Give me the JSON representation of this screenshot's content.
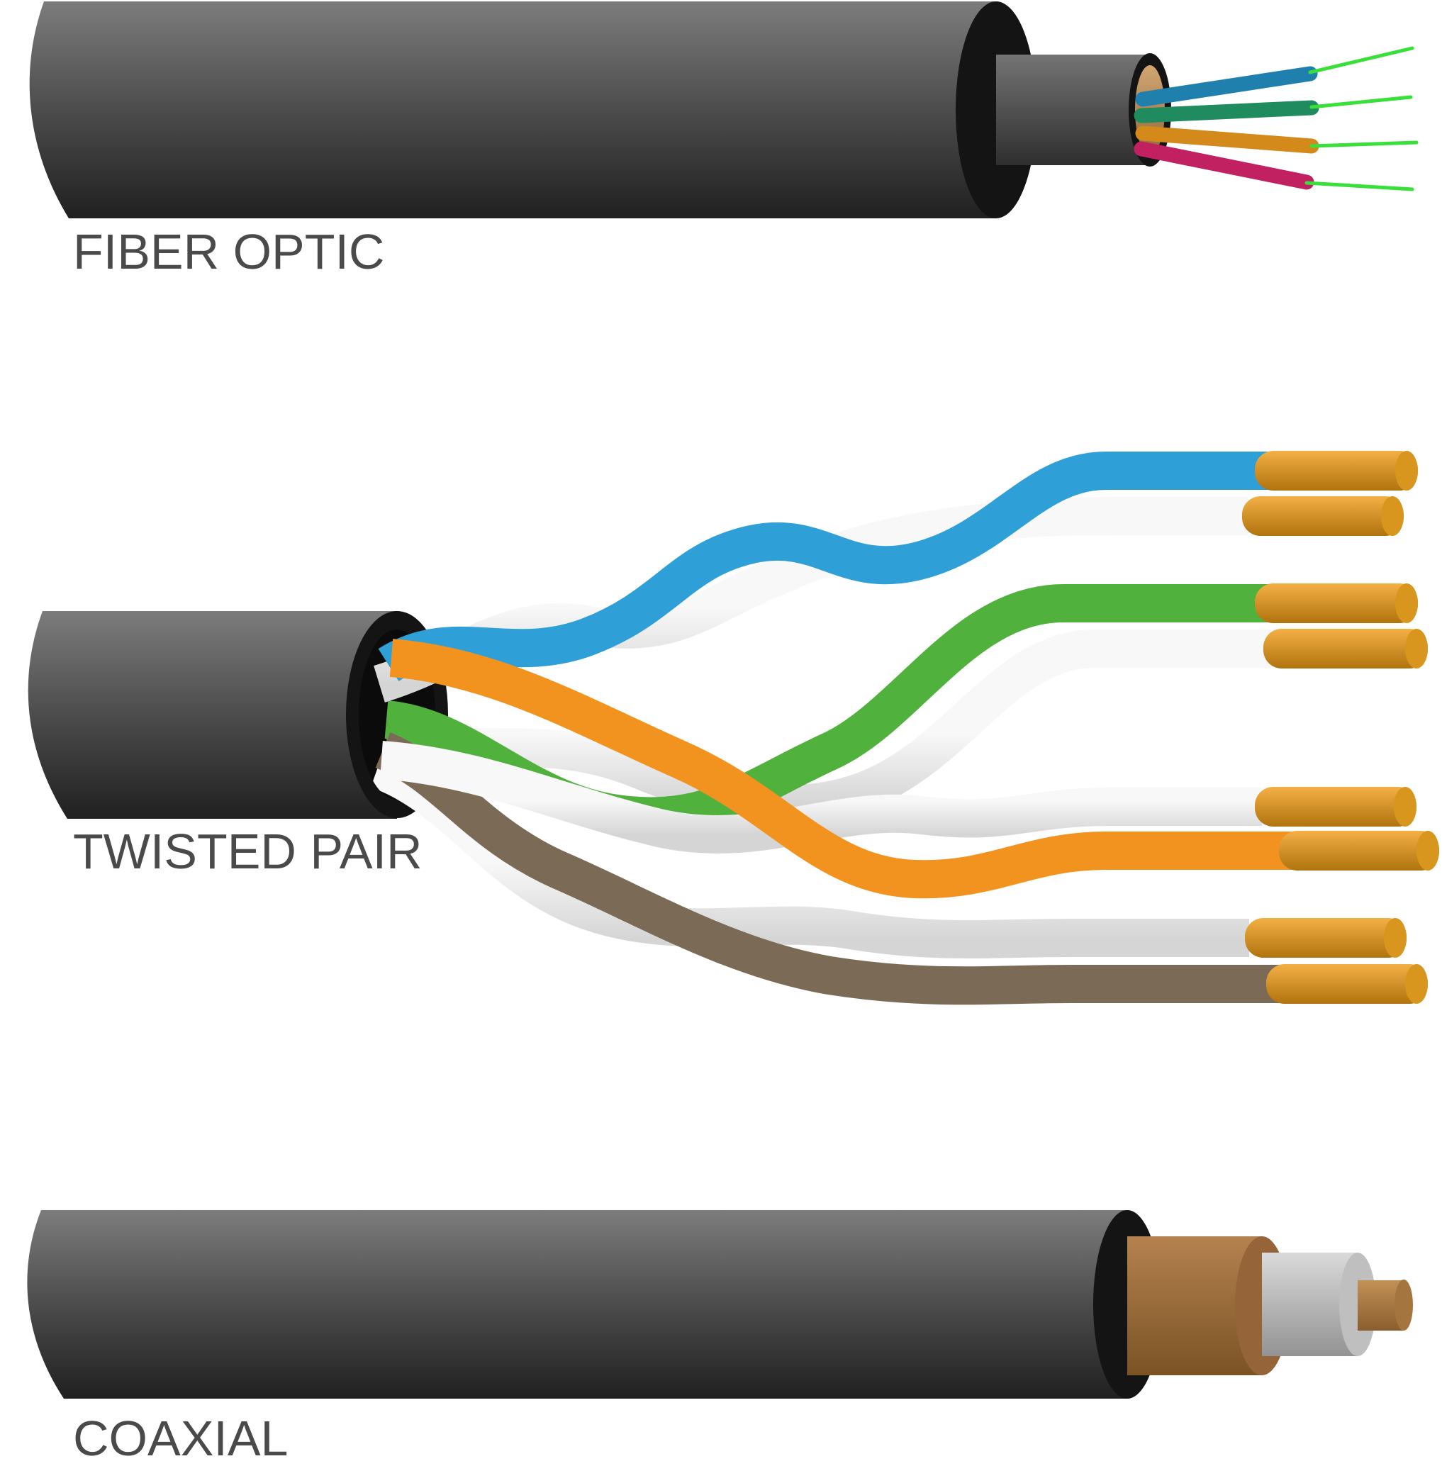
{
  "sections": [
    {
      "id": "fiber-optic",
      "label": "FIBER OPTIC"
    },
    {
      "id": "twisted-pair",
      "label": "TWISTED PAIR"
    },
    {
      "id": "coaxial",
      "label": "COAXIAL"
    }
  ],
  "colors": {
    "background": "#ffffff",
    "label_text": "#4a4a4a",
    "jacket_light": "#7c7c7c",
    "jacket_mid": "#4c4c4c",
    "jacket_dark": "#202020",
    "end_cap": "#141414",
    "opening_hole": "#0b0b0b",
    "inner_tube_light": "#747474",
    "inner_tube_dark": "#2e2e2e",
    "buffer_tan_light": "#d2a671",
    "buffer_tan_dark": "#8f6a3c",
    "fiber_blue": "#1f80ae",
    "fiber_green": "#1f8b5f",
    "fiber_orange": "#d4891b",
    "fiber_magenta": "#c12061",
    "laser_green": "#3ae03a",
    "wire_blue": "#2f9fd8",
    "wire_green": "#51b13d",
    "wire_orange": "#f29320",
    "wire_brown": "#7b6b56",
    "wire_white_light": "#f8f8f8",
    "wire_white_dark": "#d5d5d5",
    "copper_light": "#f4b045",
    "copper_dark": "#b0730e",
    "copper_end": "#d9961f",
    "braid_light": "#b5824f",
    "braid_dark": "#7a5325",
    "braid_end": "#966439",
    "dielectric_light": "#dadada",
    "dielectric_dark": "#939393",
    "dielectric_end": "#bfbfbf",
    "core_light": "#c29157",
    "core_dark": "#8a5e2e",
    "core_end": "#a57540"
  }
}
